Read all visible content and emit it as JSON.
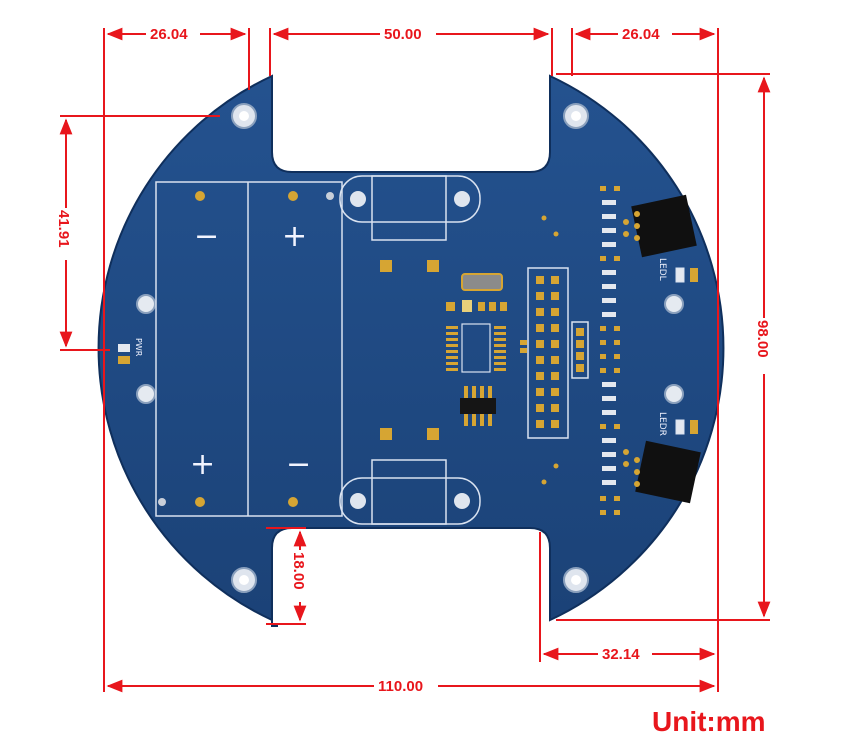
{
  "dimensions": {
    "top_left_width": "26.04",
    "top_center_width": "50.00",
    "top_right_width": "26.04",
    "left_height": "41.91",
    "right_height": "98.00",
    "bottom_notch_height": "18.00",
    "bottom_right_width": "32.14",
    "total_width": "110.00"
  },
  "unit_label": "Unit:mm",
  "silkscreen": {
    "minus_top": "−",
    "plus_top": "+",
    "plus_bottom": "+",
    "minus_bottom": "−",
    "pwr": "PWR",
    "ledl": "LEDL",
    "ledr": "LEDR"
  },
  "colors": {
    "pcb": "#1f4a86",
    "dimension_line": "#e8161c",
    "gold_pad": "#d6a533"
  }
}
